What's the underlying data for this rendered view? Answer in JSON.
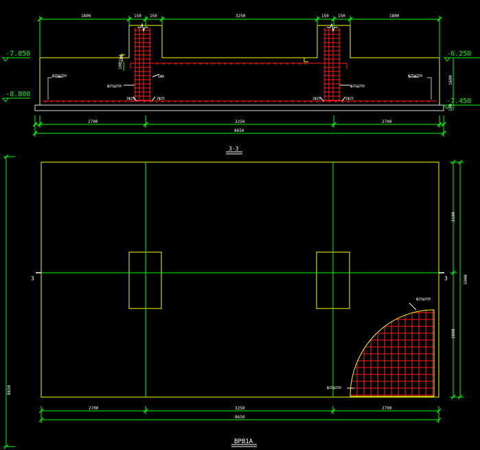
{
  "colors": {
    "background": "#000000",
    "outline": "#ffff00",
    "dimension": "#00ff00",
    "rebar": "#ff2020",
    "text": "#ffffff"
  },
  "section": {
    "title": "3-3",
    "elevations": {
      "top_left": "-7.850",
      "bottom_left": "-8.800",
      "top_right": "-6.250",
      "bottom_right": "-7.450"
    },
    "top_dims": [
      "1800",
      "150",
      "150",
      "3250",
      "150",
      "150",
      "1800"
    ],
    "bottom_dims": [
      "2700",
      "3250",
      "2700"
    ],
    "total": "8650",
    "side_dims": [
      "1600",
      "100"
    ],
    "mark_labels": {
      "left_fill": "100",
      "right_fill": "200"
    },
    "rebar_labels": {
      "slab_left": "ф25@250",
      "slab_right": "ф25@250",
      "pier_left": "ф25@250",
      "pier_right": "ф25@250",
      "tie_left": "1Ф8",
      "bar_left_a": "2ф25",
      "bar_left_b": "2ф25",
      "bar_right_a": "2ф25",
      "bar_right_b": "2ф25"
    }
  },
  "plan": {
    "title": "BPB1A",
    "section_marks": [
      "3",
      "3"
    ],
    "left_overall": "8650",
    "right_dims": [
      "3100",
      "2800"
    ],
    "right_total": "5900",
    "bottom_dims": [
      "2700",
      "3250",
      "2700"
    ],
    "bottom_total": "8650",
    "rebar_labels": {
      "top": "ф25@250",
      "bottom": "ф25@250"
    }
  }
}
